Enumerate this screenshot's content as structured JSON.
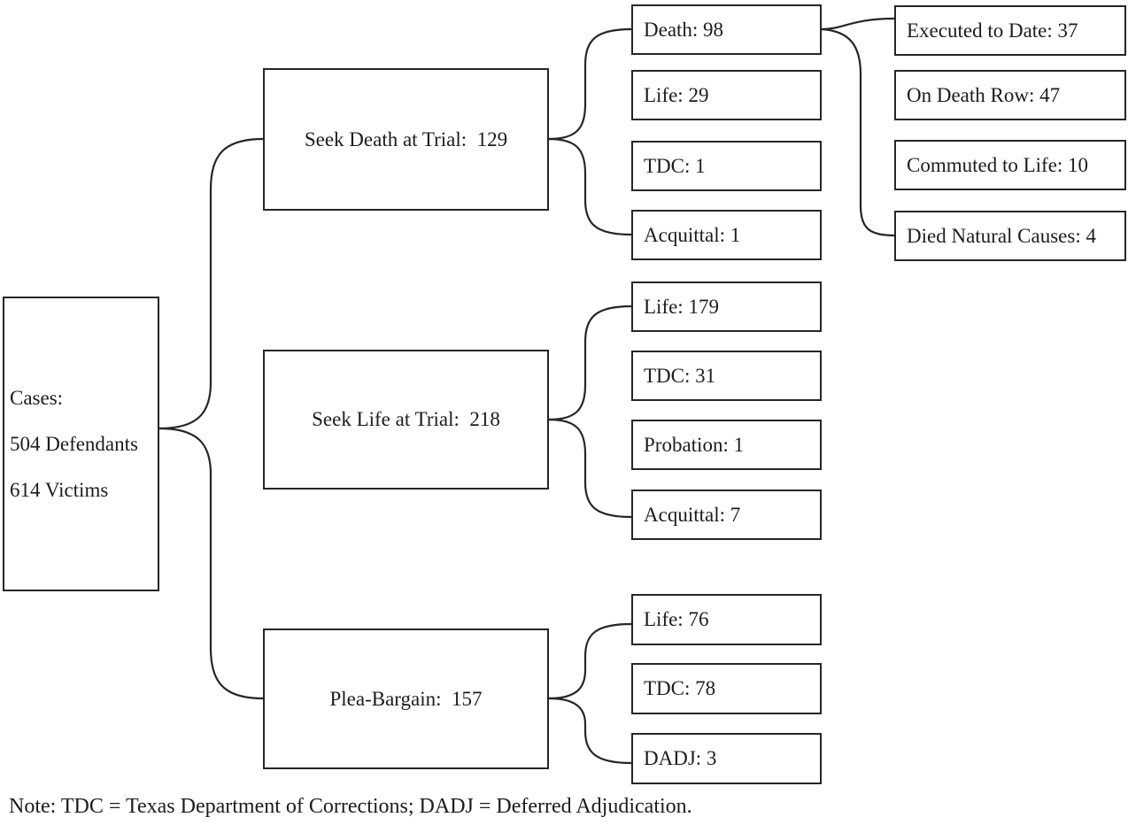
{
  "tree": {
    "root": {
      "lines": [
        "Cases:",
        "504 Defendants",
        "614 Victims"
      ]
    },
    "branches": [
      {
        "label": "Seek Death at Trial:  129",
        "outcomes": [
          {
            "label": "Death: 98",
            "children": [
              {
                "label": "Executed to Date: 37"
              },
              {
                "label": "On Death Row: 47"
              },
              {
                "label": "Commuted to Life: 10"
              },
              {
                "label": "Died Natural Causes: 4"
              }
            ]
          },
          {
            "label": "Life: 29"
          },
          {
            "label": "TDC: 1"
          },
          {
            "label": "Acquittal: 1"
          }
        ]
      },
      {
        "label": "Seek Life at Trial:  218",
        "outcomes": [
          {
            "label": "Life: 179"
          },
          {
            "label": "TDC: 31"
          },
          {
            "label": "Probation: 1"
          },
          {
            "label": "Acquittal: 7"
          }
        ]
      },
      {
        "label": "Plea-Bargain:  157",
        "outcomes": [
          {
            "label": "Life: 76"
          },
          {
            "label": "TDC: 78"
          },
          {
            "label": "DADJ: 3"
          }
        ]
      }
    ]
  },
  "note": {
    "text": "Note: TDC = Texas Department of Corrections; DADJ = Deferred Adjudication."
  },
  "colors": {
    "line": "#262626",
    "background": "#ffffff",
    "text": "#1c1c1c"
  }
}
